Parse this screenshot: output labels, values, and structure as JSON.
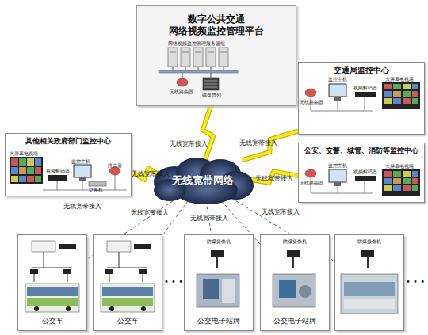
{
  "diagram": {
    "nodes": [
      {
        "text": [
          "数字公共交通 网络视频监控管理平台"
        ]
      },
      {
        "text": [
          "交通局监控中心"
        ]
      },
      {
        "text": [
          "公安、交警、城管、消防等监控中心"
        ]
      },
      {
        "text": [
          "其他相关政府部门监控中心"
        ]
      },
      {
        "text": [
          "无线宽带网络"
        ]
      },
      {
        "text": [
          "公交车"
        ]
      },
      {
        "text": [
          "公交车"
        ]
      },
      {
        "text": [
          "防爆摄像机",
          "公交电子站牌"
        ]
      },
      {
        "text": [
          "防爆摄像机",
          "公交电子站牌"
        ]
      },
      {
        "text": [
          "防爆摄像机"
        ]
      }
    ],
    "edges": [
      {
        "from": 0,
        "to": 4,
        "arrow": "none",
        "label": "无线宽带接入"
      },
      {
        "from": 1,
        "to": 4,
        "arrow": "none",
        "label": "无线宽带接入"
      },
      {
        "from": 2,
        "to": 4,
        "arrow": "none",
        "label": "无线宽带接入"
      },
      {
        "from": 3,
        "to": 4,
        "arrow": "none",
        "label": "无线宽带接入"
      },
      {
        "from": 4,
        "to": 5,
        "arrow": "none",
        "label": "无线宽带接入"
      },
      {
        "from": 4,
        "to": 6,
        "arrow": "none",
        "label": "无线宽带接入"
      },
      {
        "from": 4,
        "to": 7,
        "arrow": "none",
        "label": "无线宽带接入"
      },
      {
        "from": 4,
        "to": 8,
        "arrow": "none",
        "label": "无线宽带接入"
      },
      {
        "from": 4,
        "to": 9,
        "arrow": "none"
      }
    ],
    "labels": [
      "网络视频监控管理服务器组",
      "无线路由器",
      "磁盘阵列",
      "无线路由器",
      "监控主机",
      "视频解码器",
      "大屏幕电视墙",
      "无线路由器",
      "监控主机",
      "视频解码器",
      "大屏幕电视墙",
      "大屏幕电视墙",
      "视频解码器",
      "监控主机",
      "交换机",
      "路由器",
      "• • •",
      "• • •"
    ]
  }
}
